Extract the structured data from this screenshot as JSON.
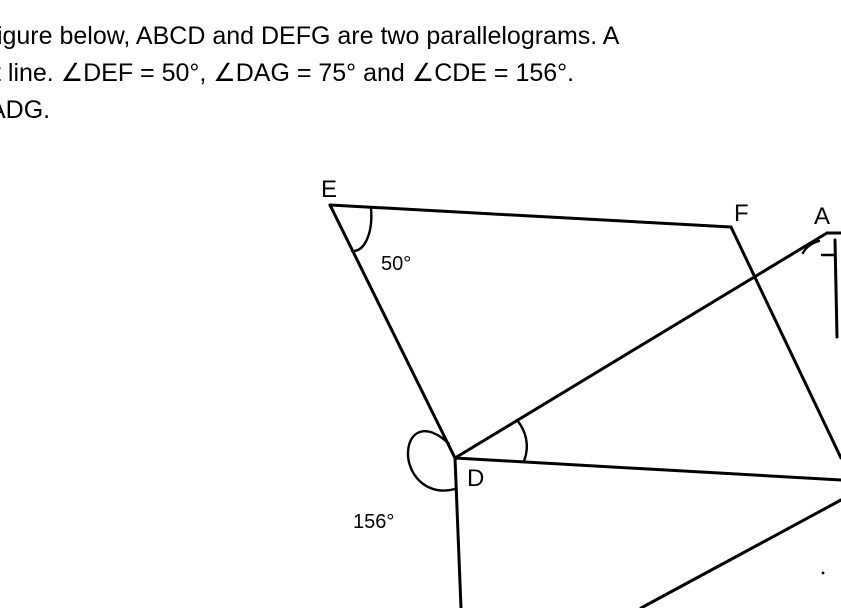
{
  "problem": {
    "line1": "figure below, ABCD and DEFG are two parallelograms. A",
    "line2": "t line. ∠DEF = 50°, ∠DAG = 75° and ∠CDE = 156°.",
    "line3": "ADG."
  },
  "diagram": {
    "points": {
      "E": "E",
      "F": "F",
      "A": "A",
      "D": "D"
    },
    "angles": {
      "def": "50°",
      "cde": "156°"
    }
  }
}
